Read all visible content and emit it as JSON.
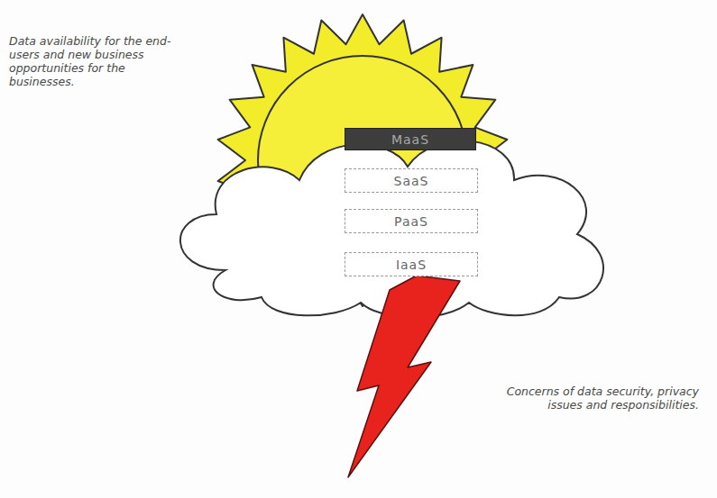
{
  "diagram": {
    "nodes": [
      {
        "text": [
          "MaaS"
        ]
      },
      {
        "text": [
          "SaaS"
        ]
      },
      {
        "text": [
          "PaaS"
        ]
      },
      {
        "text": [
          "IaaS"
        ]
      }
    ],
    "labels": [
      "Data availability for the end-users and new business opportunities for the businesses.",
      "Concerns of data security, privacy issues and responsibilities."
    ]
  }
}
